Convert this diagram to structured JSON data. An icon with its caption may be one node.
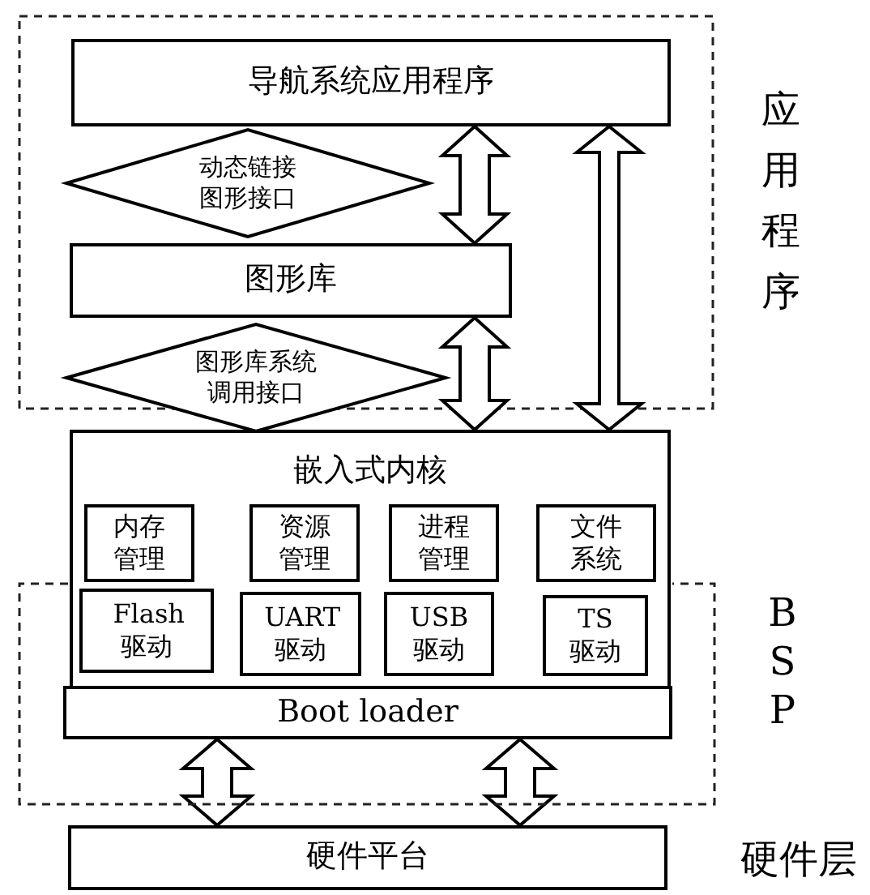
{
  "diagram": {
    "nodes": [
      {
        "text": [
          "应用程序"
        ]
      },
      {
        "text": [
          "导航系统应用程序"
        ],
        "in": 0
      },
      {
        "text": [
          "动态链接图形接口"
        ],
        "in": 0
      },
      {
        "text": [
          "图形库"
        ],
        "in": 0
      },
      {
        "text": [
          "图形库系统调用接口"
        ]
      },
      {
        "text": [
          "嵌入式内核"
        ]
      },
      {
        "text": [
          "内存管理"
        ],
        "in": 5
      },
      {
        "text": [
          "资源管理"
        ],
        "in": 5
      },
      {
        "text": [
          "进程管理"
        ],
        "in": 5
      },
      {
        "text": [
          "文件系统"
        ],
        "in": 5
      },
      {
        "text": [
          "Flash 驱动"
        ]
      },
      {
        "text": [
          "UART 驱动"
        ]
      },
      {
        "text": [
          "USB 驱动"
        ]
      },
      {
        "text": [
          "TS 驱动"
        ]
      },
      {
        "text": [
          "Boot loader"
        ],
        "in": 15
      },
      {
        "text": [
          "BSP"
        ]
      },
      {
        "text": [
          "硬件平台"
        ]
      }
    ],
    "labels": [
      "硬件层"
    ],
    "edges": [
      {
        "from": 1,
        "to": 3,
        "arrow": "both"
      },
      {
        "from": 1,
        "to": 5,
        "arrow": "both"
      },
      {
        "from": 3,
        "to": 5,
        "arrow": "both"
      },
      {
        "from": 14,
        "to": 16,
        "arrow": "both"
      },
      {
        "from": 14,
        "to": 16,
        "arrow": "both"
      }
    ]
  }
}
